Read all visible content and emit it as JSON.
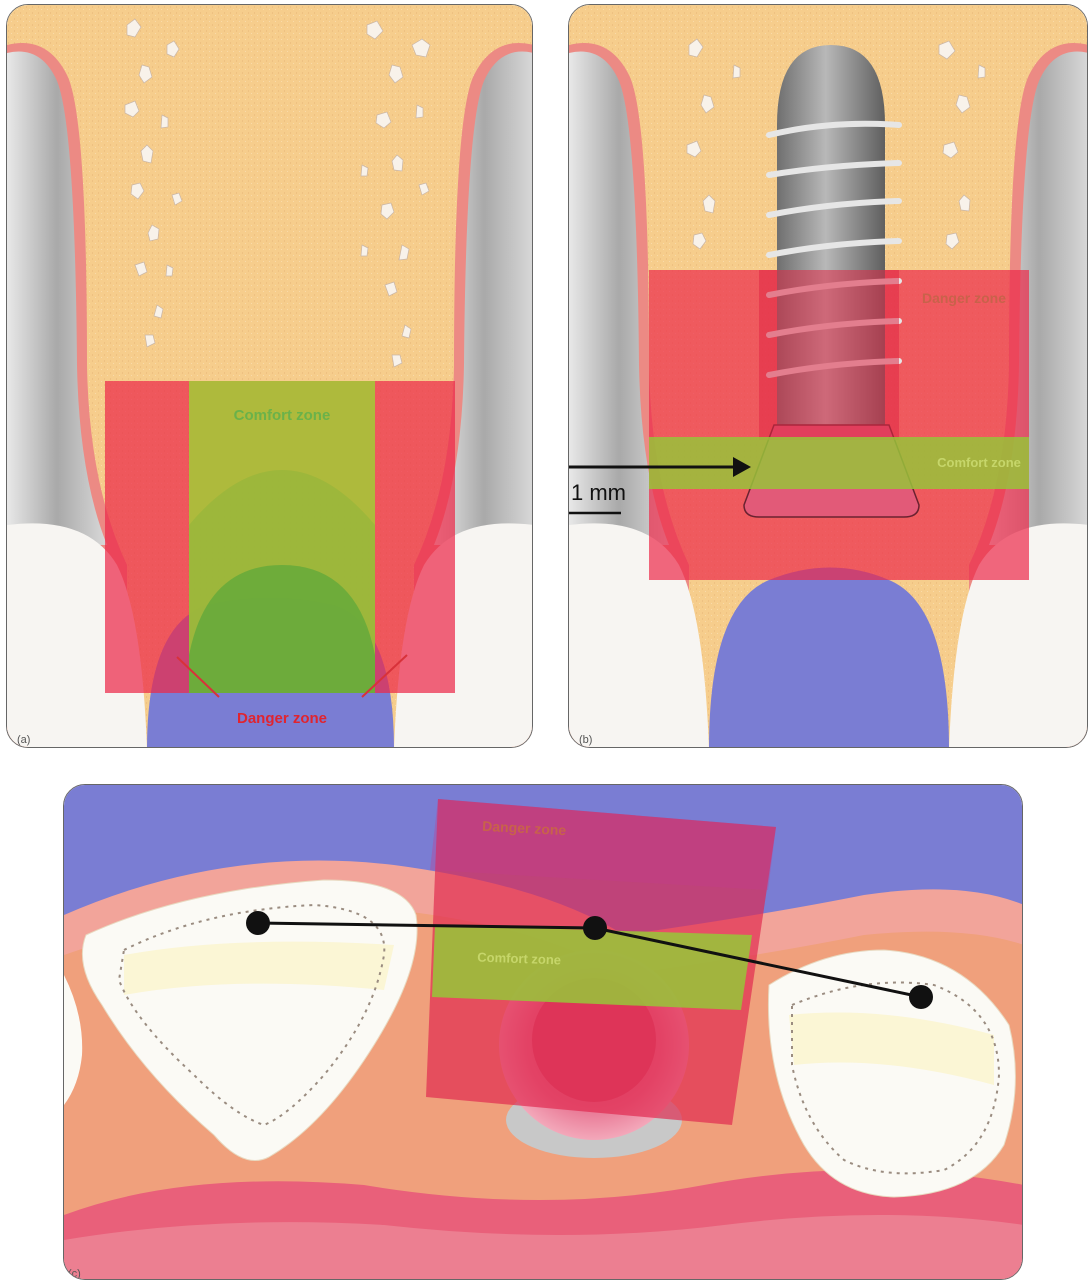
{
  "colors": {
    "bone": "#f6cd8c",
    "bone_edge": "#ec7f7a",
    "tooth_grey": "#bcbcbc",
    "gingiva_blue": "#7a7dd3",
    "danger": "#ec2a4a",
    "comfort": "#98c33a",
    "comfort_text": "#6ab24a",
    "danger_text": "#e0242f",
    "implant_grey": "#8b8b8b",
    "soft_tissue": "#f0a07c",
    "mucosa_pink": "#e9607a"
  },
  "panels": {
    "a": {
      "letter": "(a)",
      "comfort_label": "Comfort zone",
      "danger_label": "Danger zone"
    },
    "b": {
      "letter": "(b)",
      "danger_label": "Danger zone",
      "comfort_label": "Comfort zone",
      "measure_label": "1 mm"
    },
    "c": {
      "letter": "(c)",
      "danger_label": "Danger zone",
      "comfort_label": "Comfort zone"
    }
  }
}
